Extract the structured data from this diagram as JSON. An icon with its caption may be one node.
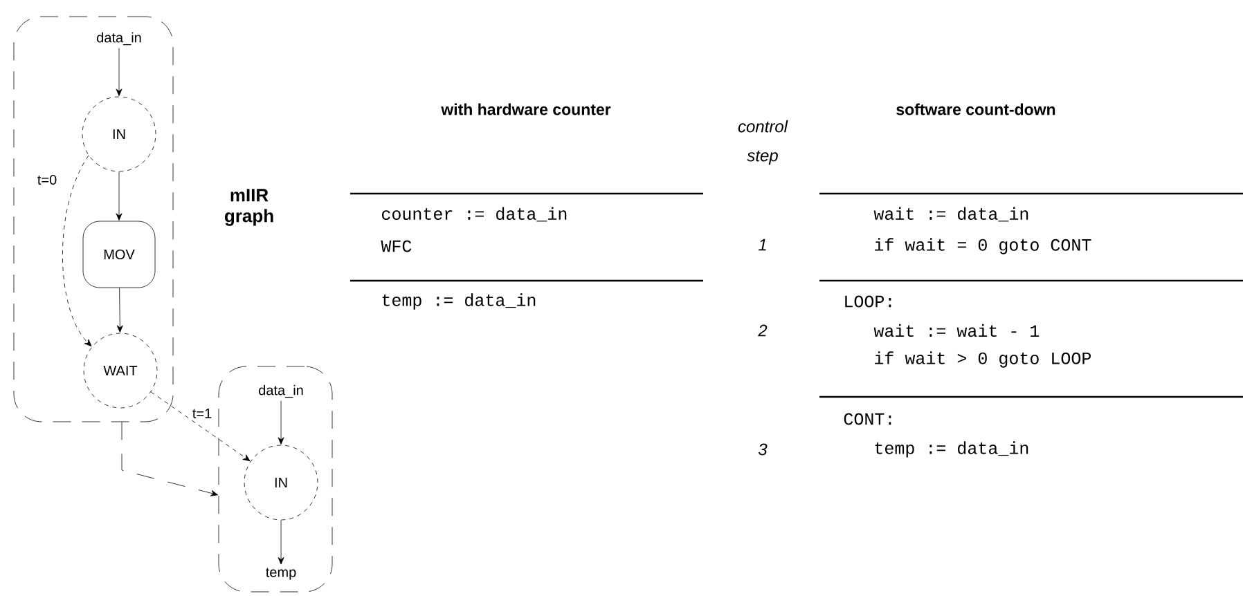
{
  "diagram": {
    "nodes": [
      {
        "text": [],
        "shape": "box"
      },
      {
        "text": [
          "data_in"
        ],
        "in": 0
      },
      {
        "text": [
          "IN"
        ],
        "in": 0
      },
      {
        "text": [
          "MOV"
        ],
        "in": 0
      },
      {
        "text": [
          "WAIT"
        ],
        "in": 0
      },
      {
        "text": [],
        "shape": "box"
      },
      {
        "text": [
          "data_in"
        ],
        "in": 5
      },
      {
        "text": [
          "IN"
        ],
        "in": 5
      },
      {
        "text": [
          "temp"
        ],
        "in": 5
      }
    ],
    "edges": [
      {
        "from": 1,
        "to": 2,
        "arrow": "to"
      },
      {
        "from": 2,
        "to": 3,
        "arrow": "to"
      },
      {
        "from": 3,
        "to": 4,
        "arrow": "to"
      },
      {
        "from": 2,
        "to": 4,
        "arrow": "to",
        "style": "dashed",
        "label": "t=0"
      },
      {
        "from": 4,
        "to": 7,
        "arrow": "to",
        "style": "dashed",
        "label": "t=1"
      },
      {
        "from": 0,
        "to": 5,
        "arrow": "to",
        "style": "dashed"
      },
      {
        "from": 6,
        "to": 7,
        "arrow": "to"
      },
      {
        "from": 7,
        "to": 8,
        "arrow": "to"
      }
    ],
    "labels": [
      "mIIR graph",
      "with hardware counter",
      "control step",
      "software count-down",
      "counter := data_in",
      "WFC",
      "1",
      "wait := data_in",
      "if wait = 0 goto CONT",
      "temp := data_in",
      "2",
      "LOOP:",
      "wait := wait - 1",
      "if wait > 0 goto LOOP",
      "3",
      "CONT:",
      "temp := data_in"
    ]
  }
}
